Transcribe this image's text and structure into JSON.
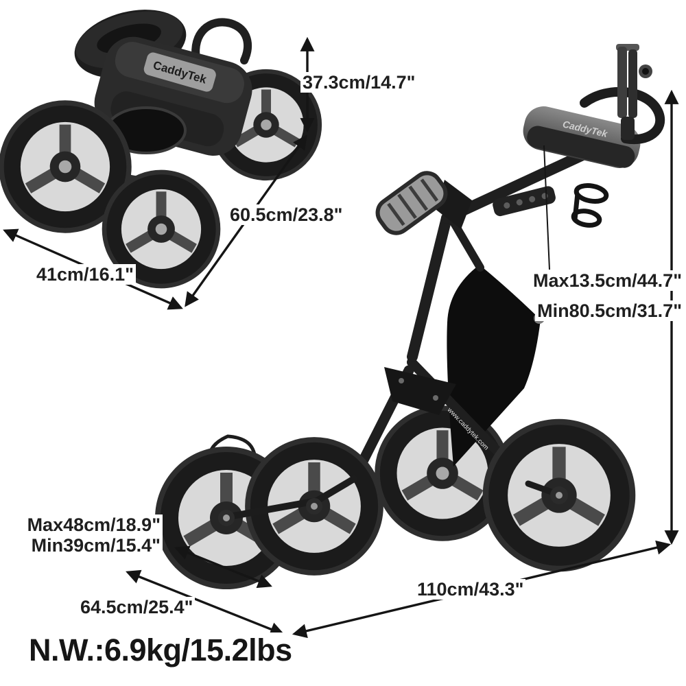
{
  "product": {
    "brand": "CaddyTek",
    "frame_url": "www.caddytek.com",
    "description": "4-wheel golf push cart shown folded and assembled with dimension arrows"
  },
  "folded_view": {
    "height": "37.3cm/14.7\"",
    "depth": "60.5cm/23.8\"",
    "width": "41cm/16.1\""
  },
  "assembled_view": {
    "height_max": "Max13.5cm/44.7\"",
    "height_min": "Min80.5cm/31.7\"",
    "length": "110cm/43.3\"",
    "base_depth": "64.5cm/25.4\"",
    "front_track_max": "Max48cm/18.9\"",
    "front_track_min": "Min39cm/15.4\""
  },
  "weight": {
    "net": "N.W.:6.9kg/15.2lbs"
  },
  "colors": {
    "background": "#ffffff",
    "text": "#1f1f1f",
    "arrow": "#151515",
    "tire": "#1b1b1b",
    "rim": "#d9d9d9",
    "frame": "#1f1f1f",
    "fabric": "#0d0d0d"
  }
}
